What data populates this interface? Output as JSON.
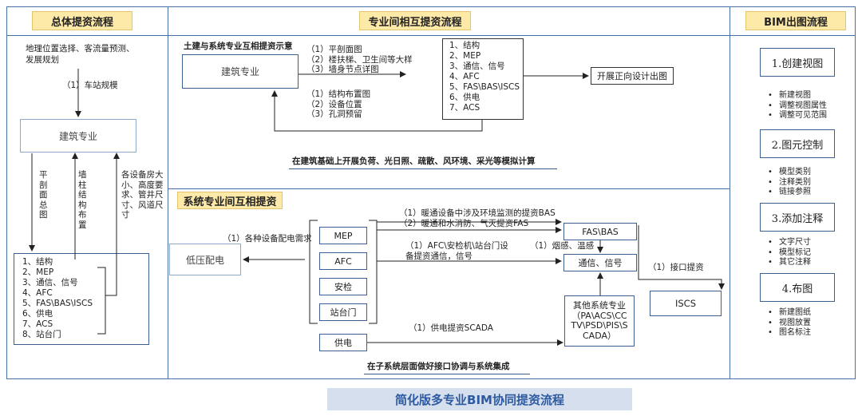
{
  "headers": {
    "overall": "总体提资流程",
    "mutual": "专业间相互提资流程",
    "bim": "BIM出图流程",
    "system_mutual": "系统专业间互相提资"
  },
  "left": {
    "top_text": "地理位置选择、客流量预测、\n发展规划",
    "station_scale": "（1）车站规模",
    "arch_box": "建筑专业",
    "col1": "平剖面总图",
    "col2": "墙柱结构布置",
    "col3": "各设备房大小、高度要求、管井尺寸、风道尺寸",
    "list": [
      "1、结构",
      "2、MEP",
      "3、通信、信号",
      "4、AFC",
      "5、FAS\\BAS\\ISCS",
      "6、供电",
      "7、ACS",
      "8、站台门"
    ]
  },
  "mid_top": {
    "hint": "土建与系统专业互相提资示意",
    "arch_box": "建筑专业",
    "out_items": "（1）平剖面图\n（2）楼扶梯、卫生间等大样\n（3）墙身节点详图",
    "in_items": "（1）结构布置图\n（2）设备位置\n（3）孔洞预留",
    "list": [
      "1、结构",
      "2、MEP",
      "3、通信、信号",
      "4、AFC",
      "5、FAS\\BAS\\ISCS",
      "6、供电",
      "7、ACS"
    ],
    "design_box": "开展正向设计出图",
    "note": "在建筑基础上开展负荷、光日照、疏散、风环境、采光等模拟计算"
  },
  "mid_bottom": {
    "low_voltage": "低压配电",
    "power_req": "（1）各种设备配电需求",
    "mep": "MEP",
    "afc": "AFC",
    "security": "安检",
    "psd": "站台门",
    "power": "供电",
    "fas_bas": "FAS\\BAS",
    "comm": "通信、信号",
    "other_sys": "其他系统专业\n（PA\\ACS\\CC\nTV\\PSD\\PIS\\S\nCADA）",
    "iscs": "ISCS",
    "hvac_text": "（1）暖通设备中涉及环境监测的提资BAS\n（2）暖通和水消防、气灭提资FAS",
    "afc_text": "（1）AFC\\安检机\\站台门设\n备提资通信，信号",
    "smoke_text": "（1）烟感、温感",
    "interface_text": "（1）接口提资",
    "scada_text": "（1）供电提资SCADA",
    "note": "在子系统层面做好接口协调与系统集成"
  },
  "bim_steps": [
    {
      "title": "1.创建视图",
      "items": [
        "新建视图",
        "调整视图属性",
        "调整可见范围"
      ]
    },
    {
      "title": "2.图元控制",
      "items": [
        "模型类别",
        "注释类别",
        "链接参照"
      ]
    },
    {
      "title": "3.添加注释",
      "items": [
        "文字尺寸",
        "模型标记",
        "其它注释"
      ]
    },
    {
      "title": "4.布图",
      "items": [
        "新建图纸",
        "视图放置",
        "图名标注"
      ]
    }
  ],
  "footer": "简化版多专业BIM协同提资流程"
}
